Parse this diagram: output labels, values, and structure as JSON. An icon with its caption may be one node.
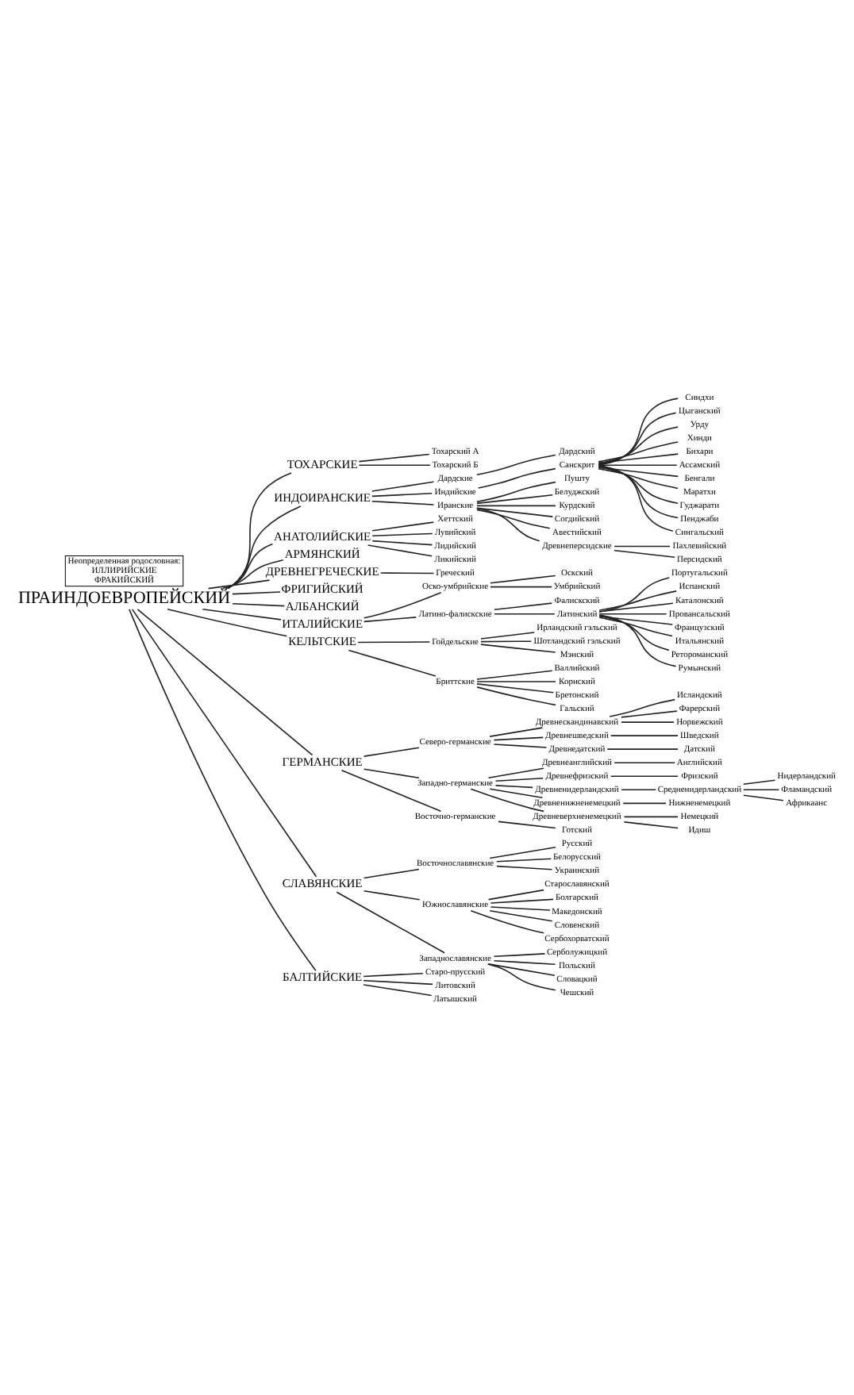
{
  "diagram": {
    "nodes": [
      {
        "text": [
          "ПРАИНДОЕВРОПЕЙСКИЙ"
        ]
      },
      {
        "text": [
          "ТОХАРСКИЕ"
        ]
      },
      {
        "text": [
          "Тохарский А"
        ]
      },
      {
        "text": [
          "Тохарский Б"
        ]
      },
      {
        "text": [
          "ИНДОИРАНСКИЕ"
        ]
      },
      {
        "text": [
          "Дардские"
        ]
      },
      {
        "text": [
          "Дардский"
        ]
      },
      {
        "text": [
          "Индийские"
        ]
      },
      {
        "text": [
          "Санскрит"
        ]
      },
      {
        "text": [
          "Синдхи"
        ]
      },
      {
        "text": [
          "Цыганский"
        ]
      },
      {
        "text": [
          "Урду"
        ]
      },
      {
        "text": [
          "Хинди"
        ]
      },
      {
        "text": [
          "Бихари"
        ]
      },
      {
        "text": [
          "Ассамский"
        ]
      },
      {
        "text": [
          "Бенгали"
        ]
      },
      {
        "text": [
          "Маратхи"
        ]
      },
      {
        "text": [
          "Гуджарати"
        ]
      },
      {
        "text": [
          "Пенджаби"
        ]
      },
      {
        "text": [
          "Сингальский"
        ]
      },
      {
        "text": [
          "Иранские"
        ]
      },
      {
        "text": [
          "Пушту"
        ]
      },
      {
        "text": [
          "Белуджский"
        ]
      },
      {
        "text": [
          "Курдский"
        ]
      },
      {
        "text": [
          "Согдийский"
        ]
      },
      {
        "text": [
          "Авестийский"
        ]
      },
      {
        "text": [
          "Древнеперсидские"
        ]
      },
      {
        "text": [
          "Пахлевийский"
        ]
      },
      {
        "text": [
          "Персидский"
        ]
      },
      {
        "text": [
          "АНАТОЛИЙСКИЕ"
        ]
      },
      {
        "text": [
          "Хеттский"
        ]
      },
      {
        "text": [
          "Лувийский"
        ]
      },
      {
        "text": [
          "Лидийский"
        ]
      },
      {
        "text": [
          "Ликийский"
        ]
      },
      {
        "text": [
          "АРМЯНСКИЙ"
        ]
      },
      {
        "text": [
          "ДРЕВНЕГРЕЧЕСКИЕ"
        ]
      },
      {
        "text": [
          "Греческий"
        ]
      },
      {
        "text": [
          "ФРИГИЙСКИЙ"
        ]
      },
      {
        "text": [
          "АЛБАНСКИЙ"
        ]
      },
      {
        "text": [
          "ИТАЛИЙСКИЕ"
        ]
      },
      {
        "text": [
          "Оско-умбрийские"
        ]
      },
      {
        "text": [
          "Оскский"
        ]
      },
      {
        "text": [
          "Умбрийский"
        ]
      },
      {
        "text": [
          "Латино-фалискские"
        ]
      },
      {
        "text": [
          "Фалискский"
        ]
      },
      {
        "text": [
          "Латинский"
        ]
      },
      {
        "text": [
          "Португальский"
        ]
      },
      {
        "text": [
          "Испанский"
        ]
      },
      {
        "text": [
          "Каталонский"
        ]
      },
      {
        "text": [
          "Провансальский"
        ]
      },
      {
        "text": [
          "Французский"
        ]
      },
      {
        "text": [
          "Итальянский"
        ]
      },
      {
        "text": [
          "Ретороманский"
        ]
      },
      {
        "text": [
          "Румынский"
        ]
      },
      {
        "text": [
          "КЕЛЬТСКИЕ"
        ]
      },
      {
        "text": [
          "Гойдельские"
        ]
      },
      {
        "text": [
          "Ирландский гэльский"
        ]
      },
      {
        "text": [
          "Шотландский гэльский"
        ]
      },
      {
        "text": [
          "Мэнский"
        ]
      },
      {
        "text": [
          "Бриттские"
        ]
      },
      {
        "text": [
          "Валлийский"
        ]
      },
      {
        "text": [
          "Корнский"
        ]
      },
      {
        "text": [
          "Бретонский"
        ]
      },
      {
        "text": [
          "Гальский"
        ]
      },
      {
        "text": [
          "ГЕРМАНСКИЕ"
        ]
      },
      {
        "text": [
          "Северо-германские"
        ]
      },
      {
        "text": [
          "Древнескандинавский"
        ]
      },
      {
        "text": [
          "Исландский"
        ]
      },
      {
        "text": [
          "Фарерский"
        ]
      },
      {
        "text": [
          "Норвежский"
        ]
      },
      {
        "text": [
          "Древнешведский"
        ]
      },
      {
        "text": [
          "Шведский"
        ]
      },
      {
        "text": [
          "Древнедатский"
        ]
      },
      {
        "text": [
          "Датский"
        ]
      },
      {
        "text": [
          "Западно-германские"
        ]
      },
      {
        "text": [
          "Древнеанглийский"
        ]
      },
      {
        "text": [
          "Английский"
        ]
      },
      {
        "text": [
          "Древнефризский"
        ]
      },
      {
        "text": [
          "Фризский"
        ]
      },
      {
        "text": [
          "Древненидерландский"
        ]
      },
      {
        "text": [
          "Средненидерландский"
        ]
      },
      {
        "text": [
          "Нидерландский"
        ]
      },
      {
        "text": [
          "Фламандский"
        ]
      },
      {
        "text": [
          "Африкаанс"
        ]
      },
      {
        "text": [
          "Древненижненемецкий"
        ]
      },
      {
        "text": [
          "Нижненемецкий"
        ]
      },
      {
        "text": [
          "Древневерхненемецкий"
        ]
      },
      {
        "text": [
          "Немецкий"
        ]
      },
      {
        "text": [
          "Идиш"
        ]
      },
      {
        "text": [
          "Восточно-германские"
        ]
      },
      {
        "text": [
          "Готский"
        ]
      },
      {
        "text": [
          "СЛАВЯНСКИЕ"
        ]
      },
      {
        "text": [
          "Восточнославянские"
        ]
      },
      {
        "text": [
          "Русский"
        ]
      },
      {
        "text": [
          "Белорусский"
        ]
      },
      {
        "text": [
          "Украинский"
        ]
      },
      {
        "text": [
          "Южнославянские"
        ]
      },
      {
        "text": [
          "Старославянский"
        ]
      },
      {
        "text": [
          "Болгарский"
        ]
      },
      {
        "text": [
          "Македонский"
        ]
      },
      {
        "text": [
          "Словенский"
        ]
      },
      {
        "text": [
          "Сербохорватский"
        ]
      },
      {
        "text": [
          "Западнославянские"
        ]
      },
      {
        "text": [
          "Серболужицкий"
        ]
      },
      {
        "text": [
          "Польский"
        ]
      },
      {
        "text": [
          "Словацкий"
        ]
      },
      {
        "text": [
          "Чешский"
        ]
      },
      {
        "text": [
          "БАЛТИЙСКИЕ"
        ]
      },
      {
        "text": [
          "Старо-прусский"
        ]
      },
      {
        "text": [
          "Литовский"
        ]
      },
      {
        "text": [
          "Латышский"
        ]
      },
      {
        "text": [
          "Неопределенная родословная:",
          "ИЛЛИРИЙСКИЕ",
          "ФРАКИЙСКИЙ"
        ]
      }
    ],
    "edges": [
      {
        "from": 0,
        "to": 1,
        "arrow": "none"
      },
      {
        "from": 1,
        "to": 2,
        "arrow": "none"
      },
      {
        "from": 1,
        "to": 3,
        "arrow": "none"
      },
      {
        "from": 0,
        "to": 4,
        "arrow": "none"
      },
      {
        "from": 4,
        "to": 5,
        "arrow": "none"
      },
      {
        "from": 5,
        "to": 6,
        "arrow": "none"
      },
      {
        "from": 4,
        "to": 7,
        "arrow": "none"
      },
      {
        "from": 7,
        "to": 8,
        "arrow": "none"
      },
      {
        "from": 8,
        "to": 9,
        "arrow": "none"
      },
      {
        "from": 8,
        "to": 10,
        "arrow": "none"
      },
      {
        "from": 8,
        "to": 11,
        "arrow": "none"
      },
      {
        "from": 8,
        "to": 12,
        "arrow": "none"
      },
      {
        "from": 8,
        "to": 13,
        "arrow": "none"
      },
      {
        "from": 8,
        "to": 14,
        "arrow": "none"
      },
      {
        "from": 8,
        "to": 15,
        "arrow": "none"
      },
      {
        "from": 8,
        "to": 16,
        "arrow": "none"
      },
      {
        "from": 8,
        "to": 17,
        "arrow": "none"
      },
      {
        "from": 8,
        "to": 18,
        "arrow": "none"
      },
      {
        "from": 8,
        "to": 19,
        "arrow": "none"
      },
      {
        "from": 4,
        "to": 20,
        "arrow": "none"
      },
      {
        "from": 20,
        "to": 21,
        "arrow": "none"
      },
      {
        "from": 20,
        "to": 22,
        "arrow": "none"
      },
      {
        "from": 20,
        "to": 23,
        "arrow": "none"
      },
      {
        "from": 20,
        "to": 24,
        "arrow": "none"
      },
      {
        "from": 20,
        "to": 25,
        "arrow": "none"
      },
      {
        "from": 20,
        "to": 26,
        "arrow": "none"
      },
      {
        "from": 26,
        "to": 27,
        "arrow": "none"
      },
      {
        "from": 26,
        "to": 28,
        "arrow": "none"
      },
      {
        "from": 0,
        "to": 29,
        "arrow": "none"
      },
      {
        "from": 29,
        "to": 30,
        "arrow": "none"
      },
      {
        "from": 29,
        "to": 31,
        "arrow": "none"
      },
      {
        "from": 29,
        "to": 32,
        "arrow": "none"
      },
      {
        "from": 29,
        "to": 33,
        "arrow": "none"
      },
      {
        "from": 0,
        "to": 34,
        "arrow": "none"
      },
      {
        "from": 0,
        "to": 35,
        "arrow": "none"
      },
      {
        "from": 35,
        "to": 36,
        "arrow": "none"
      },
      {
        "from": 0,
        "to": 37,
        "arrow": "none"
      },
      {
        "from": 0,
        "to": 38,
        "arrow": "none"
      },
      {
        "from": 0,
        "to": 39,
        "arrow": "none"
      },
      {
        "from": 39,
        "to": 40,
        "arrow": "none"
      },
      {
        "from": 40,
        "to": 41,
        "arrow": "none"
      },
      {
        "from": 40,
        "to": 42,
        "arrow": "none"
      },
      {
        "from": 39,
        "to": 43,
        "arrow": "none"
      },
      {
        "from": 43,
        "to": 44,
        "arrow": "none"
      },
      {
        "from": 43,
        "to": 45,
        "arrow": "none"
      },
      {
        "from": 45,
        "to": 46,
        "arrow": "none"
      },
      {
        "from": 45,
        "to": 47,
        "arrow": "none"
      },
      {
        "from": 45,
        "to": 48,
        "arrow": "none"
      },
      {
        "from": 45,
        "to": 49,
        "arrow": "none"
      },
      {
        "from": 45,
        "to": 50,
        "arrow": "none"
      },
      {
        "from": 45,
        "to": 51,
        "arrow": "none"
      },
      {
        "from": 45,
        "to": 52,
        "arrow": "none"
      },
      {
        "from": 45,
        "to": 53,
        "arrow": "none"
      },
      {
        "from": 0,
        "to": 54,
        "arrow": "none"
      },
      {
        "from": 54,
        "to": 55,
        "arrow": "none"
      },
      {
        "from": 55,
        "to": 56,
        "arrow": "none"
      },
      {
        "from": 55,
        "to": 57,
        "arrow": "none"
      },
      {
        "from": 55,
        "to": 58,
        "arrow": "none"
      },
      {
        "from": 54,
        "to": 59,
        "arrow": "none"
      },
      {
        "from": 59,
        "to": 60,
        "arrow": "none"
      },
      {
        "from": 59,
        "to": 61,
        "arrow": "none"
      },
      {
        "from": 59,
        "to": 62,
        "arrow": "none"
      },
      {
        "from": 59,
        "to": 63,
        "arrow": "none"
      },
      {
        "from": 0,
        "to": 64,
        "arrow": "none"
      },
      {
        "from": 64,
        "to": 65,
        "arrow": "none"
      },
      {
        "from": 65,
        "to": 66,
        "arrow": "none"
      },
      {
        "from": 66,
        "to": 67,
        "arrow": "none"
      },
      {
        "from": 66,
        "to": 68,
        "arrow": "none"
      },
      {
        "from": 66,
        "to": 69,
        "arrow": "none"
      },
      {
        "from": 65,
        "to": 70,
        "arrow": "none"
      },
      {
        "from": 70,
        "to": 71,
        "arrow": "none"
      },
      {
        "from": 65,
        "to": 72,
        "arrow": "none"
      },
      {
        "from": 72,
        "to": 73,
        "arrow": "none"
      },
      {
        "from": 64,
        "to": 74,
        "arrow": "none"
      },
      {
        "from": 74,
        "to": 75,
        "arrow": "none"
      },
      {
        "from": 75,
        "to": 76,
        "arrow": "none"
      },
      {
        "from": 74,
        "to": 77,
        "arrow": "none"
      },
      {
        "from": 77,
        "to": 78,
        "arrow": "none"
      },
      {
        "from": 74,
        "to": 79,
        "arrow": "none"
      },
      {
        "from": 79,
        "to": 80,
        "arrow": "none"
      },
      {
        "from": 80,
        "to": 81,
        "arrow": "none"
      },
      {
        "from": 80,
        "to": 82,
        "arrow": "none"
      },
      {
        "from": 80,
        "to": 83,
        "arrow": "none"
      },
      {
        "from": 74,
        "to": 84,
        "arrow": "none"
      },
      {
        "from": 84,
        "to": 85,
        "arrow": "none"
      },
      {
        "from": 74,
        "to": 86,
        "arrow": "none"
      },
      {
        "from": 86,
        "to": 87,
        "arrow": "none"
      },
      {
        "from": 86,
        "to": 88,
        "arrow": "none"
      },
      {
        "from": 64,
        "to": 89,
        "arrow": "none"
      },
      {
        "from": 89,
        "to": 90,
        "arrow": "none"
      },
      {
        "from": 0,
        "to": 91,
        "arrow": "none"
      },
      {
        "from": 91,
        "to": 92,
        "arrow": "none"
      },
      {
        "from": 92,
        "to": 93,
        "arrow": "none"
      },
      {
        "from": 92,
        "to": 94,
        "arrow": "none"
      },
      {
        "from": 92,
        "to": 95,
        "arrow": "none"
      },
      {
        "from": 91,
        "to": 96,
        "arrow": "none"
      },
      {
        "from": 96,
        "to": 97,
        "arrow": "none"
      },
      {
        "from": 96,
        "to": 98,
        "arrow": "none"
      },
      {
        "from": 96,
        "to": 99,
        "arrow": "none"
      },
      {
        "from": 96,
        "to": 100,
        "arrow": "none"
      },
      {
        "from": 96,
        "to": 101,
        "arrow": "none"
      },
      {
        "from": 91,
        "to": 102,
        "arrow": "none"
      },
      {
        "from": 102,
        "to": 103,
        "arrow": "none"
      },
      {
        "from": 102,
        "to": 104,
        "arrow": "none"
      },
      {
        "from": 102,
        "to": 105,
        "arrow": "none"
      },
      {
        "from": 102,
        "to": 106,
        "arrow": "none"
      },
      {
        "from": 0,
        "to": 107,
        "arrow": "none"
      },
      {
        "from": 107,
        "to": 108,
        "arrow": "none"
      },
      {
        "from": 107,
        "to": 109,
        "arrow": "none"
      },
      {
        "from": 107,
        "to": 110,
        "arrow": "none"
      }
    ]
  }
}
